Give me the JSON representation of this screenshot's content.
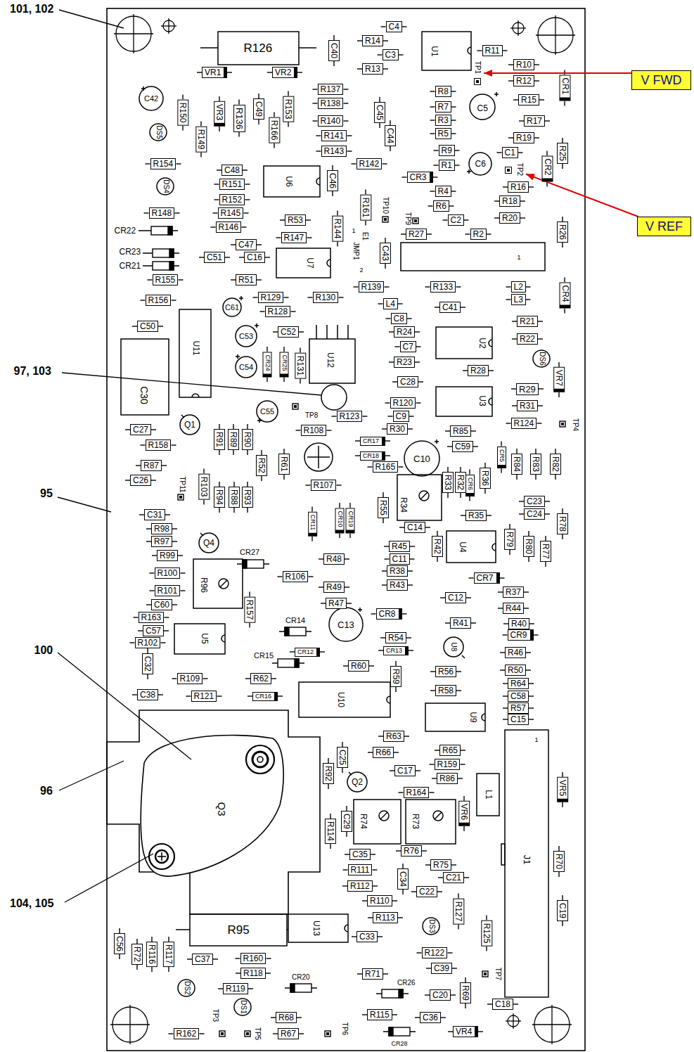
{
  "diagram": {
    "nodes": [
      {
        "text": [
          "TP1"
        ]
      },
      {
        "text": [
          "V FWD"
        ]
      },
      {
        "text": [
          "TP2"
        ]
      },
      {
        "text": [
          "V REF"
        ]
      }
    ],
    "edges": [
      {
        "from": 1,
        "to": 0,
        "arrow": "to"
      },
      {
        "from": 3,
        "to": 2,
        "arrow": "to"
      }
    ],
    "labels": [
      "101, 102",
      "R126",
      "C4",
      "C40",
      "R14",
      "C3",
      "U1",
      "R11",
      "R13",
      "R10",
      "VR1",
      "VR2",
      "R12",
      "CR1",
      "R137",
      "C42",
      "R8",
      "R15",
      "R150",
      "VR3",
      "R136",
      "C49",
      "R153",
      "R138",
      "C45",
      "R7",
      "C5",
      "R3",
      "R140",
      "R17",
      "R166",
      "R149",
      "DS5",
      "R141",
      "C44",
      "R5",
      "R19",
      "R143",
      "R9",
      "R25",
      "C1",
      "R154",
      "R142",
      "R1",
      "C6",
      "CR2",
      "C48",
      "U6",
      "C46",
      "CR3",
      "R151",
      "DS4",
      "R16",
      "R4",
      "R152",
      "R18",
      "R161",
      "TP10",
      "R6",
      "R148",
      "R145",
      "R53",
      "TP9",
      "C2",
      "R20",
      "R146",
      "CR22",
      "R144",
      "1",
      "E1",
      "R27",
      "R2",
      "R26",
      "R147",
      "JMP1",
      "C43",
      "C47",
      "CR23",
      "C51",
      "C16",
      "U7",
      "1",
      "CR21",
      "2",
      "R155",
      "R51",
      "R139",
      "R133",
      "L2",
      "CR4",
      "L3",
      "R156",
      "R129",
      "R130",
      "L4",
      "C41",
      "C61",
      "R128",
      "C8",
      "R21",
      "C50",
      "C52",
      "R24",
      "C53",
      "U11",
      "R22",
      "C7",
      "U2",
      "DS6",
      "U12",
      "CR24",
      "CR25",
      "R131",
      "C54",
      "R23",
      "97, 103",
      "R28",
      "C30",
      "VR7",
      "C28",
      "R29",
      "U3",
      "R120",
      "R31",
      "C55",
      "TP8",
      "R123",
      "C9",
      "R124",
      "TP4",
      "Q1",
      "C27",
      "R108",
      "R30",
      "R85",
      "R91",
      "R89",
      "R90",
      "CR17",
      "R158",
      "C59",
      "CR18",
      "C10",
      "CR5",
      "R84",
      "R83",
      "R82",
      "R52",
      "R61",
      "R87",
      "R165",
      "R33",
      "R32",
      "CR6",
      "R36",
      "C26",
      "R107",
      "TP11",
      "R103",
      "95",
      "R94",
      "R88",
      "R93",
      "C23",
      "R34",
      "R55",
      "C31",
      "R35",
      "C24",
      "CR11",
      "CR10",
      "CR19",
      "C14",
      "R78",
      "R98",
      "R79",
      "Q4",
      "R97",
      "R80",
      "R45",
      "R42",
      "U4",
      "R77",
      "R99",
      "CR27",
      "R48",
      "C11",
      "R38",
      "R100",
      "R106",
      "CR7",
      "R96",
      "R43",
      "R49",
      "R101",
      "R37",
      "C12",
      "R47",
      "C60",
      "R157",
      "R44",
      "CR8",
      "R163",
      "CR14",
      "C13",
      "R41",
      "R40",
      "C57",
      "CR9",
      "R54",
      "U5",
      "R102",
      "U8",
      "100",
      "CR13",
      "CR12",
      "R46",
      "CR15",
      "C32",
      "R60",
      "R50",
      "R56",
      "R59",
      "R109",
      "R62",
      "R64",
      "R58",
      "C38",
      "R121",
      "CR16",
      "C58",
      "U10",
      "R57",
      "U9",
      "C15",
      "R63",
      "1",
      "R65",
      "R66",
      "C25",
      "R159",
      "C17",
      "R92",
      "R86",
      "Q2",
      "96",
      "VR5",
      "R164",
      "L1",
      "Q3",
      "VR6",
      "R74",
      "R73",
      "C29",
      "R114",
      "R76",
      "C35",
      "J1",
      "R70",
      "R75",
      "R111",
      "C21",
      "C34",
      "R112",
      "C22",
      "R110",
      "104, 105",
      "R127",
      "C19",
      "R113",
      "DS3",
      "U13",
      "R95",
      "R125",
      "C33",
      "C56",
      "R72",
      "R116",
      "R117",
      "R122",
      "R160",
      "C37",
      "C39",
      "R118",
      "R71",
      "TP7",
      "CR20",
      "CR26",
      "DS2",
      "R119",
      "R69",
      "C20",
      "C18",
      "DS1",
      "TP3",
      "R115",
      "R68",
      "C36",
      "TP6",
      "R162",
      "TP5",
      "R67",
      "CR28",
      "VR4"
    ]
  }
}
